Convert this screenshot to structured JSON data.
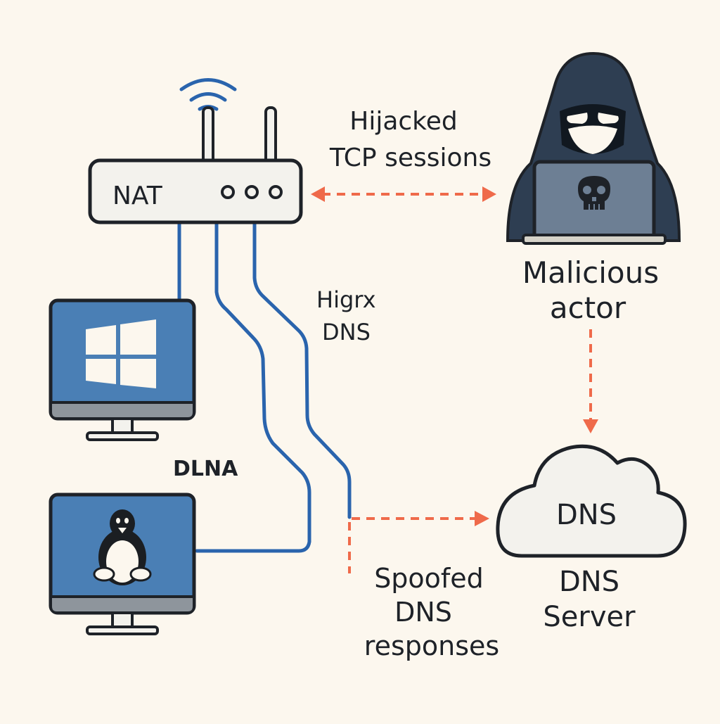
{
  "router": {
    "label": "NAT"
  },
  "labels": {
    "hijacked_line1": "Hijacked",
    "hijacked_line2": "TCP sessions",
    "higrx_line1": "Higrx",
    "higrx_line2": "DNS",
    "dlna": "DLNA",
    "spoofed_line1": "Spoofed",
    "spoofed_line2": "DNS",
    "spoofed_line3": "responses",
    "actor_line1": "Malicious",
    "actor_line2": "actor",
    "dns_cloud": "DNS",
    "server_line1": "DNS",
    "server_line2": "Server"
  },
  "colors": {
    "background": "#fcf7ee",
    "outline": "#1e2228",
    "cable": "#2a64ad",
    "screen": "#4a7fb5",
    "attack_arrow": "#ef6a4a",
    "hacker": "#2e3e52",
    "laptop": "#6d7f94",
    "device_fill": "#f3f2ed",
    "monitor_base": "#8e959c"
  },
  "icons": {
    "router": "router-icon",
    "wifi": "wifi-icon",
    "windows_pc": "windows-monitor-icon",
    "linux_pc": "linux-monitor-icon",
    "hacker": "hooded-hacker-icon",
    "skull": "skull-icon",
    "cloud": "cloud-icon"
  }
}
